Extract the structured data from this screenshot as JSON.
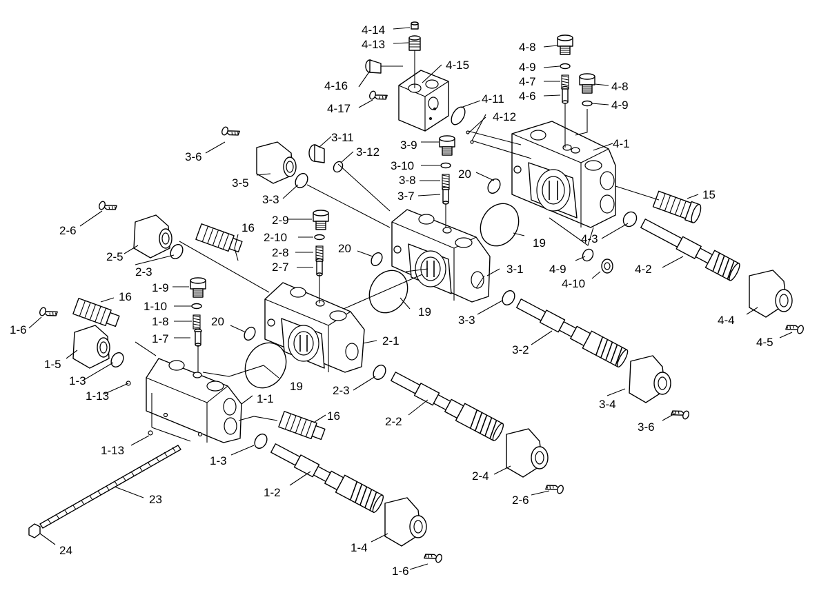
{
  "callouts": [
    {
      "key": "c_4_14",
      "text": "4-14"
    },
    {
      "key": "c_4_13",
      "text": "4-13"
    },
    {
      "key": "c_4_15",
      "text": "4-15"
    },
    {
      "key": "c_4_16",
      "text": "4-16"
    },
    {
      "key": "c_4_17",
      "text": "4-17"
    },
    {
      "key": "c_4_8a",
      "text": "4-8"
    },
    {
      "key": "c_4_9a",
      "text": "4-9"
    },
    {
      "key": "c_4_7",
      "text": "4-7"
    },
    {
      "key": "c_4_6",
      "text": "4-6"
    },
    {
      "key": "c_4_8b",
      "text": "4-8"
    },
    {
      "key": "c_4_9b",
      "text": "4-9"
    },
    {
      "key": "c_4_11",
      "text": "4-11"
    },
    {
      "key": "c_4_12",
      "text": "4-12"
    },
    {
      "key": "c_4_1",
      "text": "4-1"
    },
    {
      "key": "c_20a",
      "text": "20"
    },
    {
      "key": "c_15",
      "text": "15"
    },
    {
      "key": "c_4_3",
      "text": "4-3"
    },
    {
      "key": "c_4_9c",
      "text": "4-9"
    },
    {
      "key": "c_4_10",
      "text": "4-10"
    },
    {
      "key": "c_4_2",
      "text": "4-2"
    },
    {
      "key": "c_4_4",
      "text": "4-4"
    },
    {
      "key": "c_4_5",
      "text": "4-5"
    },
    {
      "key": "c_3_6a",
      "text": "3-6"
    },
    {
      "key": "c_3_11",
      "text": "3-11"
    },
    {
      "key": "c_3_12",
      "text": "3-12"
    },
    {
      "key": "c_3_9",
      "text": "3-9"
    },
    {
      "key": "c_3_10",
      "text": "3-10"
    },
    {
      "key": "c_3_8",
      "text": "3-8"
    },
    {
      "key": "c_3_7",
      "text": "3-7"
    },
    {
      "key": "c_3_5",
      "text": "3-5"
    },
    {
      "key": "c_3_3a",
      "text": "3-3"
    },
    {
      "key": "c_19a",
      "text": "19"
    },
    {
      "key": "c_3_1",
      "text": "3-1"
    },
    {
      "key": "c_20b",
      "text": "20"
    },
    {
      "key": "c_3_3b",
      "text": "3-3"
    },
    {
      "key": "c_3_2",
      "text": "3-2"
    },
    {
      "key": "c_3_4",
      "text": "3-4"
    },
    {
      "key": "c_3_6b",
      "text": "3-6"
    },
    {
      "key": "c_2_6a",
      "text": "2-6"
    },
    {
      "key": "c_2_5",
      "text": "2-5"
    },
    {
      "key": "c_16a",
      "text": "16"
    },
    {
      "key": "c_2_9",
      "text": "2-9"
    },
    {
      "key": "c_2_10",
      "text": "2-10"
    },
    {
      "key": "c_2_8",
      "text": "2-8"
    },
    {
      "key": "c_2_7",
      "text": "2-7"
    },
    {
      "key": "c_2_3a",
      "text": "2-3"
    },
    {
      "key": "c_19b",
      "text": "19"
    },
    {
      "key": "c_2_1",
      "text": "2-1"
    },
    {
      "key": "c_20c",
      "text": "20"
    },
    {
      "key": "c_2_3b",
      "text": "2-3"
    },
    {
      "key": "c_2_2",
      "text": "2-2"
    },
    {
      "key": "c_2_4",
      "text": "2-4"
    },
    {
      "key": "c_2_6b",
      "text": "2-6"
    },
    {
      "key": "c_1_9",
      "text": "1-9"
    },
    {
      "key": "c_1_10",
      "text": "1-10"
    },
    {
      "key": "c_1_8",
      "text": "1-8"
    },
    {
      "key": "c_1_7",
      "text": "1-7"
    },
    {
      "key": "c_16b",
      "text": "16"
    },
    {
      "key": "c_1_6a",
      "text": "1-6"
    },
    {
      "key": "c_1_5",
      "text": "1-5"
    },
    {
      "key": "c_1_3a",
      "text": "1-3"
    },
    {
      "key": "c_1_13a",
      "text": "1-13"
    },
    {
      "key": "c_19c",
      "text": "19"
    },
    {
      "key": "c_1_1",
      "text": "1-1"
    },
    {
      "key": "c_16c",
      "text": "16"
    },
    {
      "key": "c_1_13b",
      "text": "1-13"
    },
    {
      "key": "c_1_3b",
      "text": "1-3"
    },
    {
      "key": "c_23",
      "text": "23"
    },
    {
      "key": "c_1_2",
      "text": "1-2"
    },
    {
      "key": "c_24",
      "text": "24"
    },
    {
      "key": "c_1_4",
      "text": "1-4"
    },
    {
      "key": "c_1_6b",
      "text": "1-6"
    }
  ]
}
